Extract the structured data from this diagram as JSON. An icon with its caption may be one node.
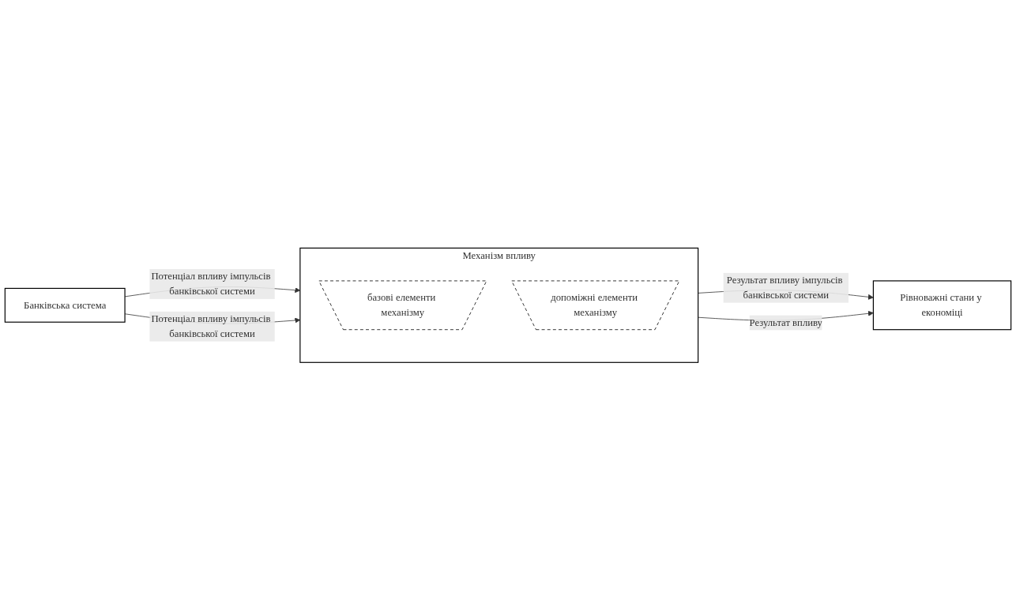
{
  "diagram": {
    "nodes": [
      {
        "text": [
          "Банківська система"
        ]
      },
      {
        "text": [
          "Механізм впливу"
        ]
      },
      {
        "text": [
          "базові елементи механізму"
        ],
        "in": 1
      },
      {
        "text": [
          "допоміжні елементи механізму"
        ],
        "in": 1
      },
      {
        "text": [
          "Рівноважні стани у економіці"
        ]
      }
    ],
    "edges": [
      {
        "from": 0,
        "to": 1,
        "arrow": "to",
        "label": "Потенціал впливу імпульсів банківської системи"
      },
      {
        "from": 0,
        "to": 1,
        "arrow": "to",
        "label": "Потенціал впливу імпульсів банківської системи"
      },
      {
        "from": 1,
        "to": 4,
        "arrow": "to",
        "label": "Результат впливу імпульсів банківської системи"
      },
      {
        "from": 1,
        "to": 4,
        "arrow": "to",
        "label": "Результат впливу"
      }
    ]
  }
}
